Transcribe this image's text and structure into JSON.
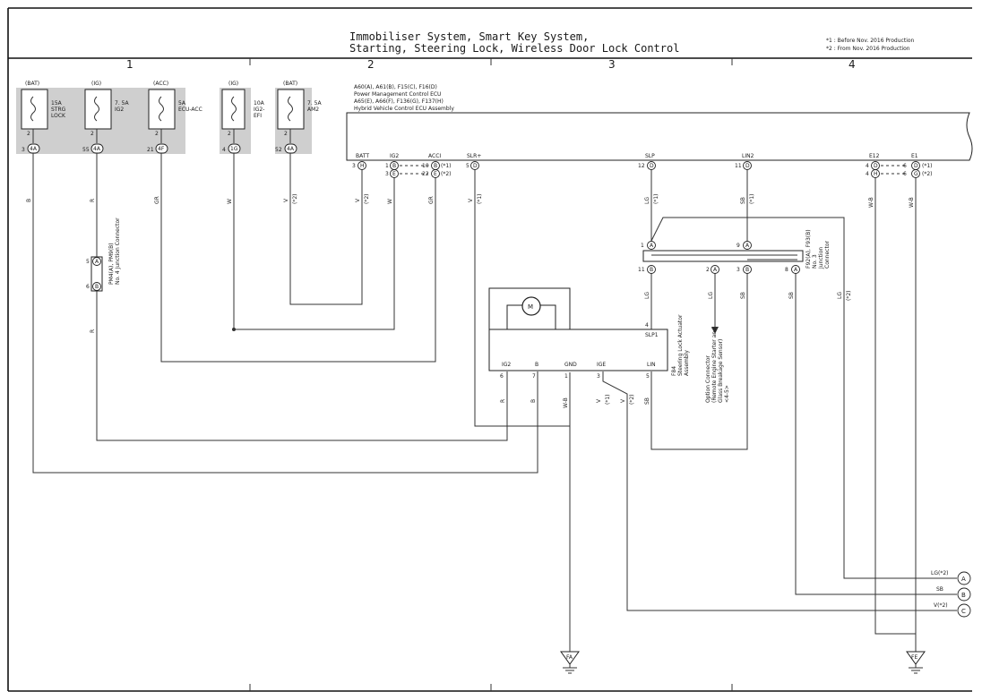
{
  "title": {
    "line1": "Immobiliser System,  Smart Key System,",
    "line2": "Starting,  Steering Lock,  Wireless Door Lock Control"
  },
  "footnotes": [
    "*1 : Before Nov.  2016 Production",
    "*2 : From Nov.  2016 Production"
  ],
  "zones": [
    "1",
    "2",
    "3",
    "4"
  ],
  "fuses": [
    {
      "supply": "(BAT)",
      "rating": "15A",
      "name1": "STRG",
      "name2": "LOCK",
      "pin_in": "2",
      "pin": "3",
      "conn": "4A"
    },
    {
      "supply": "(IG)",
      "rating": "7. 5A",
      "name1": "IG2",
      "name2": "",
      "pin_in": "2",
      "pin": "55",
      "conn": "4A"
    },
    {
      "supply": "(ACC)",
      "rating": "5A",
      "name1": "ECU-ACC",
      "name2": "",
      "pin_in": "2",
      "pin": "21",
      "conn": "4F"
    },
    {
      "supply": "(IG)",
      "rating": "10A",
      "name1": "IG2-",
      "name2": "EFI",
      "pin_in": "2",
      "pin": "4",
      "conn": "1G"
    },
    {
      "supply": "(BAT)",
      "rating": "7. 5A",
      "name1": "AM2",
      "name2": "",
      "pin_in": "2",
      "pin": "52",
      "conn": "4A"
    }
  ],
  "ecu": {
    "lines": [
      "A60(A), A61(B), F15(C), F16(D)",
      "Power Management Control ECU",
      "A65(E), A66(F), F136(G), F137(H)",
      "Hybrid Vehicle Control ECU Assembly"
    ],
    "terminals": [
      "BATT",
      "IG2",
      "ACCI",
      "SLR+",
      "SLP",
      "LIN2",
      "E12",
      "E1"
    ],
    "pins": [
      "3",
      "1",
      "3",
      "10",
      "22",
      "5",
      "12",
      "11",
      "4",
      "4",
      "6",
      "6"
    ],
    "pin_conns": [
      "H",
      "B",
      "E",
      "B",
      "E",
      "D",
      "D",
      "D",
      "D",
      "H",
      "D",
      "G"
    ],
    "tags": [
      "(*1)",
      "(*2)",
      "(*1)",
      "(*2)"
    ]
  },
  "junction_left": {
    "label1": "PM4(A), PM9(B)",
    "label2": "No. 4 Junction Connector",
    "pins": [
      "5",
      "6"
    ],
    "conns": [
      "A",
      "B"
    ]
  },
  "junction_right": {
    "label1": "F92(A), F93(B)",
    "label2": "No. 3",
    "label3": "Junction",
    "label4": "Connector",
    "pins": [
      "1",
      "9",
      "11",
      "2",
      "3",
      "8"
    ],
    "conns": [
      "A",
      "A",
      "B",
      "A",
      "B",
      "A"
    ]
  },
  "actuator": {
    "label1": "F84",
    "label2": "Steering Lock Actuator",
    "label3": "Assembly",
    "slp1": "SLP1",
    "slp1_pin": "4",
    "terminals": [
      "IG2",
      "B",
      "GND",
      "IGE",
      "LIN"
    ],
    "pins": [
      "6",
      "7",
      "1",
      "3",
      "5"
    ],
    "motor": "M"
  },
  "option_connector": [
    "Option Connector",
    "(Remote Engine Starter and",
    "Glass Breakage Sensor)",
    "<4-5>"
  ],
  "wire_colors": [
    "B",
    "R",
    "GR",
    "W",
    "V",
    "(*2)",
    "V",
    "(*2)",
    "W",
    "GR",
    "V",
    "(*1)",
    "LG",
    "(*1)",
    "SB",
    "(*1)",
    "W-B",
    "W-B",
    "R",
    "LG",
    "LG",
    "SB",
    "SB",
    "LG",
    "(*2)",
    "R",
    "B",
    "W-B",
    "V",
    "(*1)",
    "V",
    "(*2)",
    "SB"
  ],
  "right_outputs": [
    {
      "label": "LG(*2)",
      "letter": "A"
    },
    {
      "label": "SB",
      "letter": "B"
    },
    {
      "label": "V(*2)",
      "letter": "C"
    }
  ],
  "grounds": [
    "FA",
    "FE"
  ]
}
